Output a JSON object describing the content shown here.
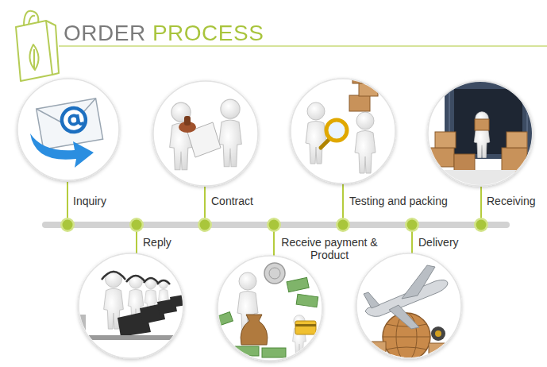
{
  "diagram": {
    "title": "ORDER PROCESS",
    "labels": [
      "Inquiry",
      "Reply",
      "Contract",
      "Receive payment & Product",
      "Testing and packing",
      "Delivery",
      "Receiving"
    ]
  }
}
